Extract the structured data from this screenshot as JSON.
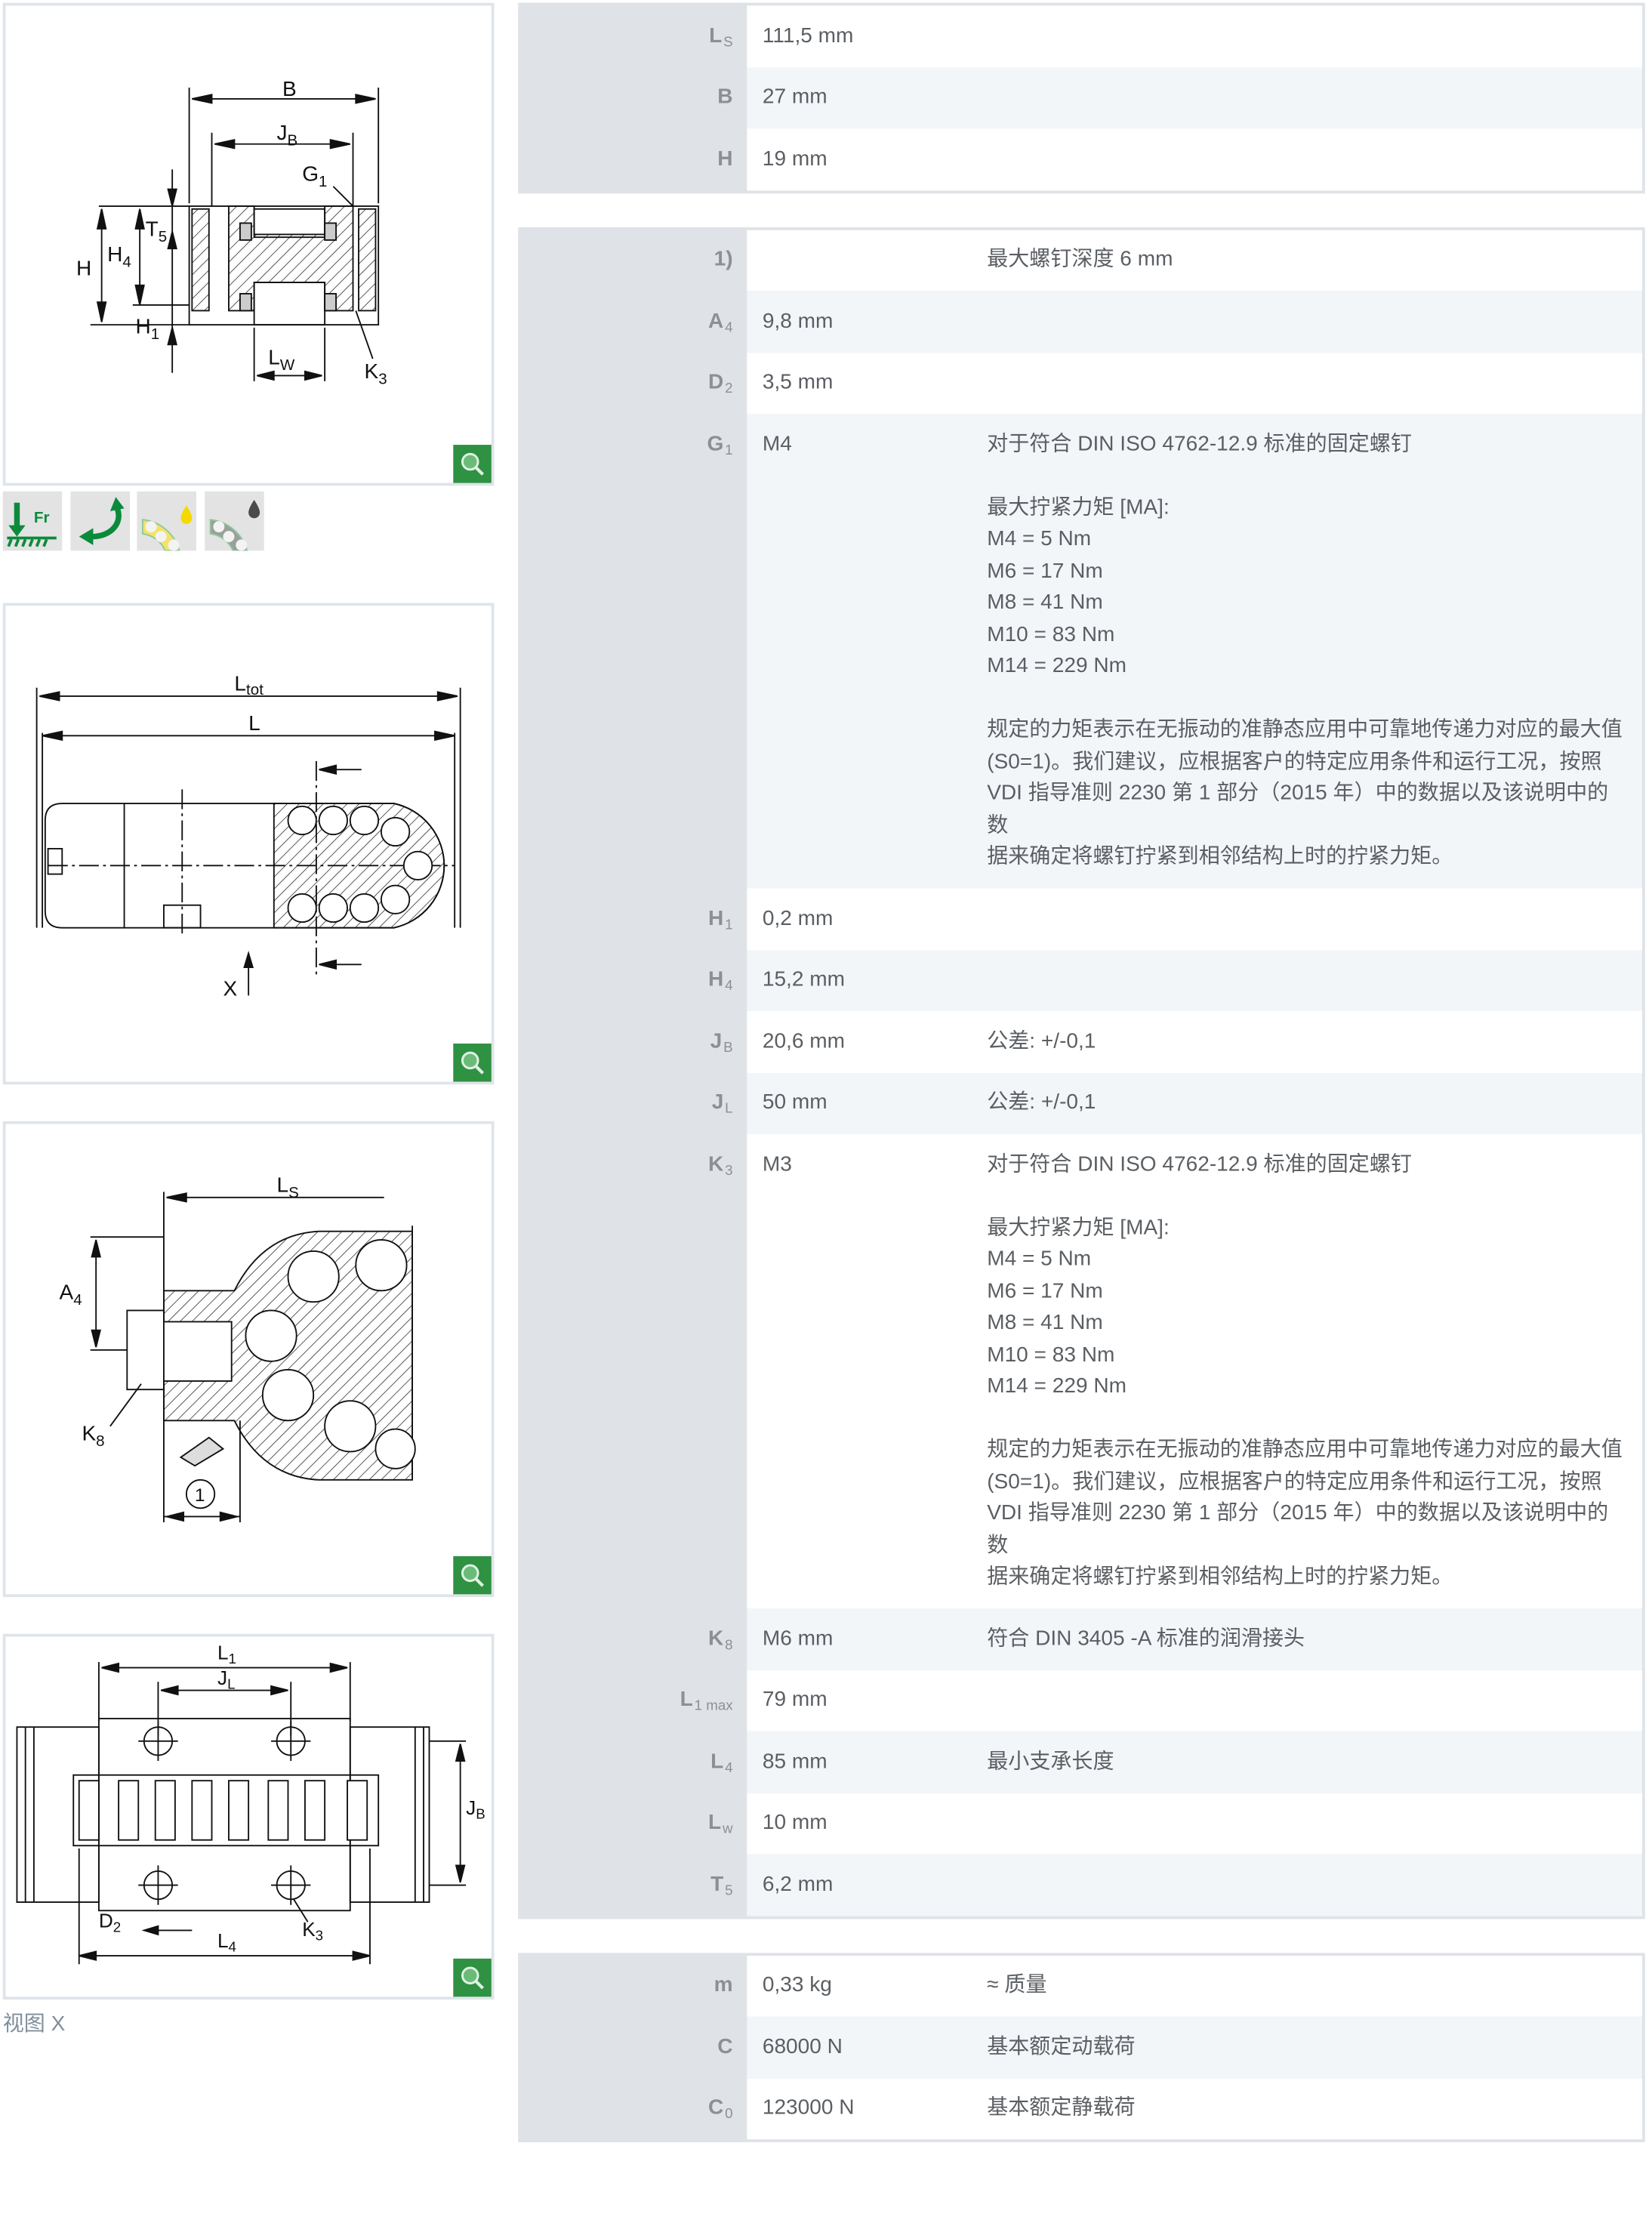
{
  "colors": {
    "zoom_button": "#2f9142",
    "label_bg": "#dfe3e7",
    "row_alt": "#f3f6f9"
  },
  "drawings": {
    "cross_section": {
      "B": "B",
      "JB": "J",
      "JB_sub": "B",
      "G1": "G",
      "G1_sub": "1",
      "T5": "T",
      "T5_sub": "5",
      "H": "H",
      "H4": "H",
      "H4_sub": "4",
      "H1": "H",
      "H1_sub": "1",
      "LW": "L",
      "LW_sub": "W",
      "K3": "K",
      "K3_sub": "3"
    },
    "side_view": {
      "Ltot": "L",
      "Ltot_sub": "tot",
      "L": "L",
      "X": "X"
    },
    "detail_view": {
      "LS": "L",
      "LS_sub": "S",
      "A4": "A",
      "A4_sub": "4",
      "K8": "K",
      "K8_sub": "8",
      "callout": "1"
    },
    "view_x": {
      "L1": "L",
      "L1_sub": "1",
      "JL": "J",
      "JL_sub": "L",
      "JB": "J",
      "JB_sub": "B",
      "D2": "D",
      "D2_sub": "2",
      "L4": "L",
      "L4_sub": "4",
      "K3": "K",
      "K3_sub": "3"
    },
    "caption": "视图 X"
  },
  "feature_icons": [
    {
      "name": "radial-load-icon",
      "label": "Fr"
    },
    {
      "name": "rotation-icon"
    },
    {
      "name": "grease-lubrication-icon"
    },
    {
      "name": "oil-lubrication-icon"
    }
  ],
  "tables": {
    "t1": [
      {
        "label": "L",
        "sub": "S",
        "value": "111,5  mm",
        "note": []
      },
      {
        "label": "B",
        "sub": "",
        "value": "27  mm",
        "note": []
      },
      {
        "label": "H",
        "sub": "",
        "value": "19  mm",
        "note": []
      }
    ],
    "t2": [
      {
        "label": "1)",
        "sub": "",
        "value": "",
        "note": [
          "最大螺钉深度 6 mm"
        ]
      },
      {
        "label": "A",
        "sub": "4",
        "value": "9,8  mm",
        "note": []
      },
      {
        "label": "D",
        "sub": "2",
        "value": "3,5  mm",
        "note": []
      },
      {
        "label": "G",
        "sub": "1",
        "value": "M4",
        "note": [
          "对于符合 DIN ISO 4762-12.9 标准的固定螺钉",
          "",
          "最大拧紧力矩 [MA]:",
          "M4 = 5 Nm",
          "M6 = 17 Nm",
          "M8 = 41 Nm",
          "M10 = 83 Nm",
          "M14 = 229 Nm",
          "",
          "规定的力矩表示在无振动的准静态应用中可靠地传递力对应的最大值",
          "(S0=1)。我们建议，应根据客户的特定应用条件和运行工况，按照",
          "VDI 指导准则 2230 第 1 部分（2015 年）中的数据以及该说明中的数",
          "据来确定将螺钉拧紧到相邻结构上时的拧紧力矩。"
        ]
      },
      {
        "label": "H",
        "sub": "1",
        "value": "0,2  mm",
        "note": []
      },
      {
        "label": "H",
        "sub": "4",
        "value": "15,2  mm",
        "note": []
      },
      {
        "label": "J",
        "sub": "B",
        "value": "20,6  mm",
        "note": [
          "公差: +/-0,1"
        ]
      },
      {
        "label": "J",
        "sub": "L",
        "value": "50  mm",
        "note": [
          "公差: +/-0,1"
        ]
      },
      {
        "label": "K",
        "sub": "3",
        "value": "M3",
        "note": [
          "对于符合 DIN ISO 4762-12.9 标准的固定螺钉",
          "",
          "最大拧紧力矩 [MA]:",
          "M4 = 5 Nm",
          "M6 = 17 Nm",
          "M8 = 41 Nm",
          "M10 = 83 Nm",
          "M14 = 229 Nm",
          "",
          "规定的力矩表示在无振动的准静态应用中可靠地传递力对应的最大值",
          "(S0=1)。我们建议，应根据客户的特定应用条件和运行工况，按照",
          "VDI 指导准则 2230 第 1 部分（2015 年）中的数据以及该说明中的数",
          "据来确定将螺钉拧紧到相邻结构上时的拧紧力矩。"
        ]
      },
      {
        "label": "K",
        "sub": "8",
        "value": "M6  mm",
        "note": [
          "符合 DIN 3405 -A 标准的润滑接头"
        ]
      },
      {
        "label": "L",
        "sub": "1 max",
        "value": "79  mm",
        "note": []
      },
      {
        "label": "L",
        "sub": "4",
        "value": "85  mm",
        "note": [
          "最小支承长度"
        ]
      },
      {
        "label": "L",
        "sub": "w",
        "value": "10  mm",
        "note": []
      },
      {
        "label": "T",
        "sub": "5",
        "value": "6,2  mm",
        "note": []
      }
    ],
    "t3": [
      {
        "label": "m",
        "sub": "",
        "value": "0,33  kg",
        "note": [
          "≈ 质量"
        ]
      },
      {
        "label": "C",
        "sub": "",
        "value": "68000  N",
        "note": [
          "基本额定动载荷"
        ]
      },
      {
        "label": "C",
        "sub": "0",
        "value": "123000  N",
        "note": [
          "基本额定静载荷"
        ]
      }
    ]
  }
}
